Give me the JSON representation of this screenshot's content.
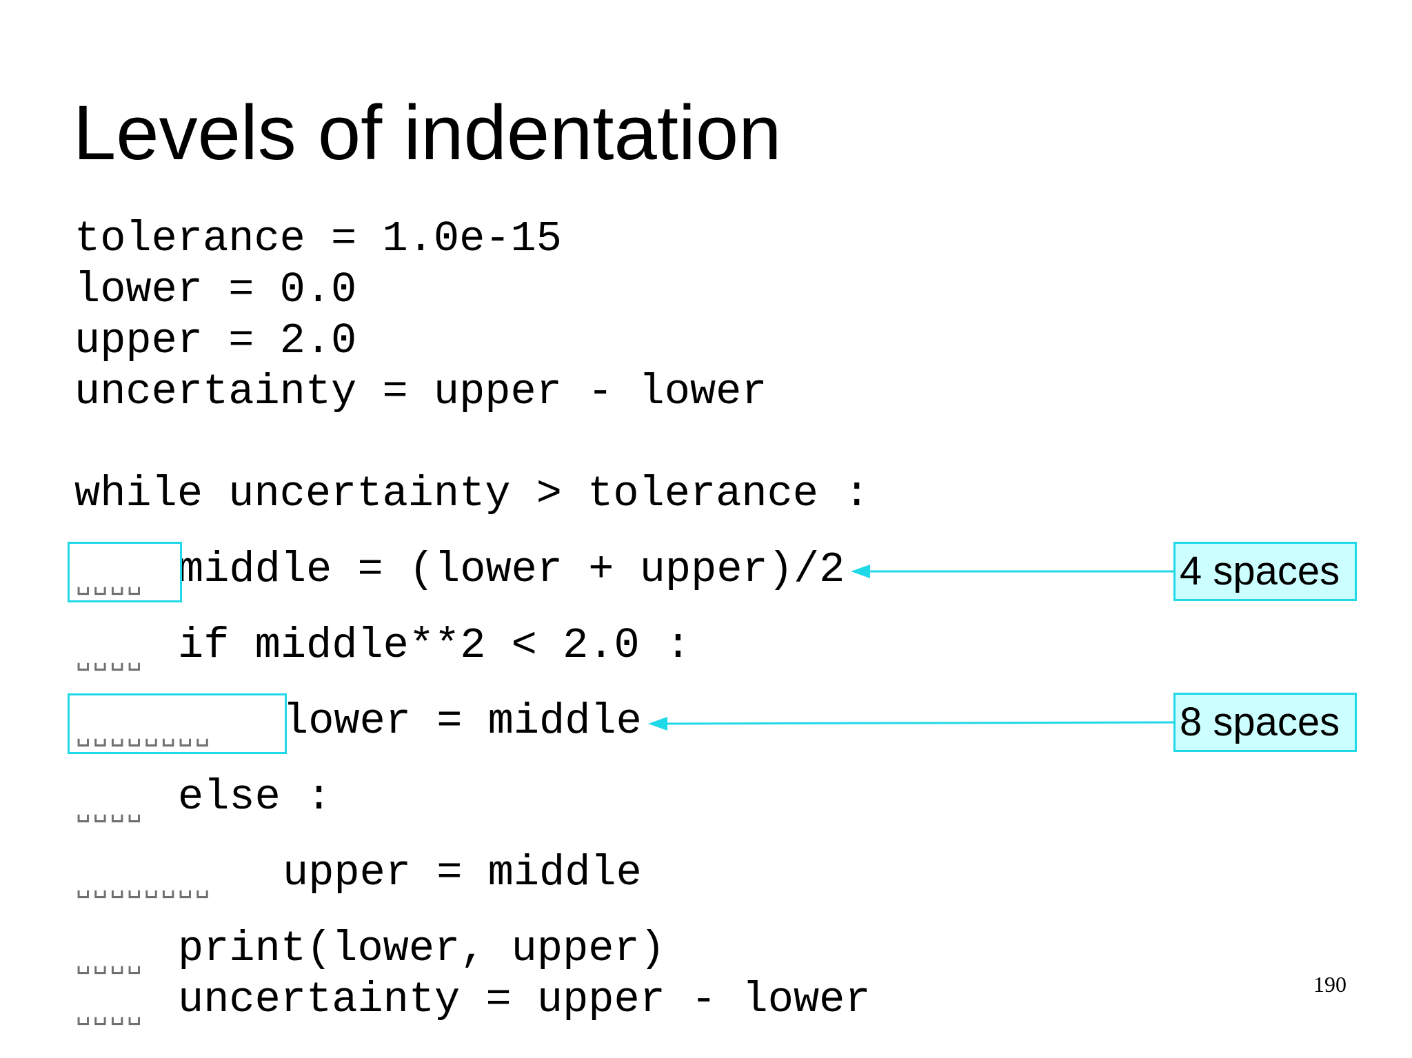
{
  "slide": {
    "title": "Levels of indentation",
    "page_number": "190"
  },
  "code": {
    "line1": "tolerance = 1.0e-15",
    "line2": "lower = 0.0",
    "line3": "upper = 2.0",
    "line4": "uncertainty = upper - lower",
    "line5": "while uncertainty > tolerance :",
    "line6": "middle = (lower + upper)/2",
    "line7": "if middle**2 < 2.0 :",
    "line8": "lower = middle",
    "line9": "else :",
    "line10": "upper = middle",
    "line11": "print(lower, upper)",
    "line12": "uncertainty = upper - lower"
  },
  "markers": {
    "four": "␣␣␣␣",
    "eight": "␣␣␣␣␣␣␣␣"
  },
  "annotations": {
    "four_spaces": "4 spaces",
    "eight_spaces": "8 spaces"
  },
  "colors": {
    "highlight": "#1fd8e8",
    "label_fill": "#ccffff"
  }
}
